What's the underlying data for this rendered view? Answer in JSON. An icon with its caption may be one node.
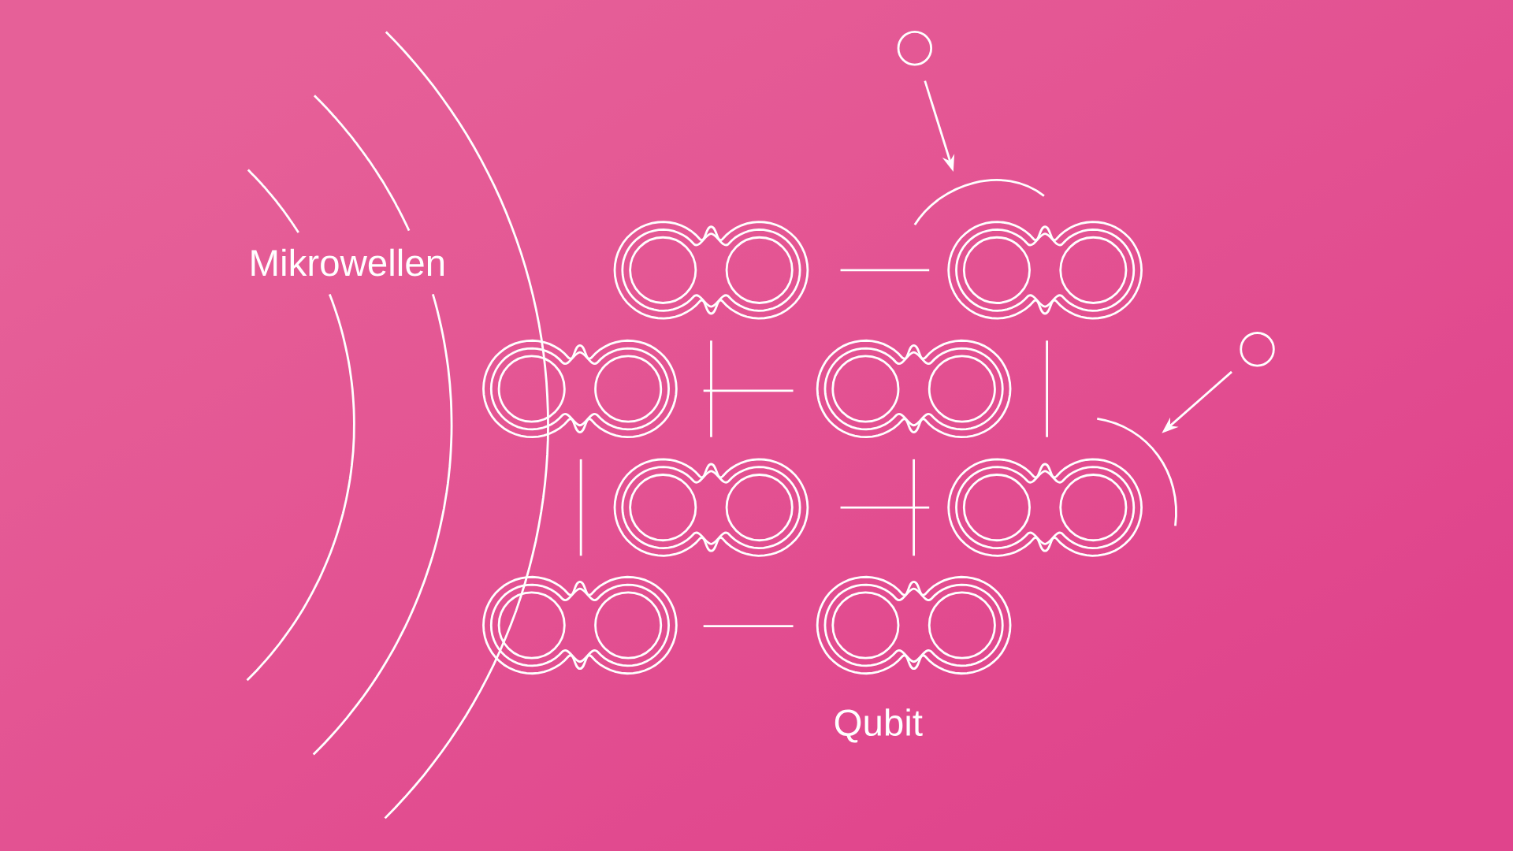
{
  "diagram": {
    "nodes": [
      {
        "text": [],
        "shape": "circle"
      },
      {
        "text": [],
        "shape": "circle"
      }
    ],
    "edges": [
      {
        "from": 0,
        "to": null,
        "arrow": "to"
      },
      {
        "from": 1,
        "to": null,
        "arrow": "to"
      }
    ],
    "labels": [
      "Mikrowellen",
      "Qubit"
    ]
  }
}
